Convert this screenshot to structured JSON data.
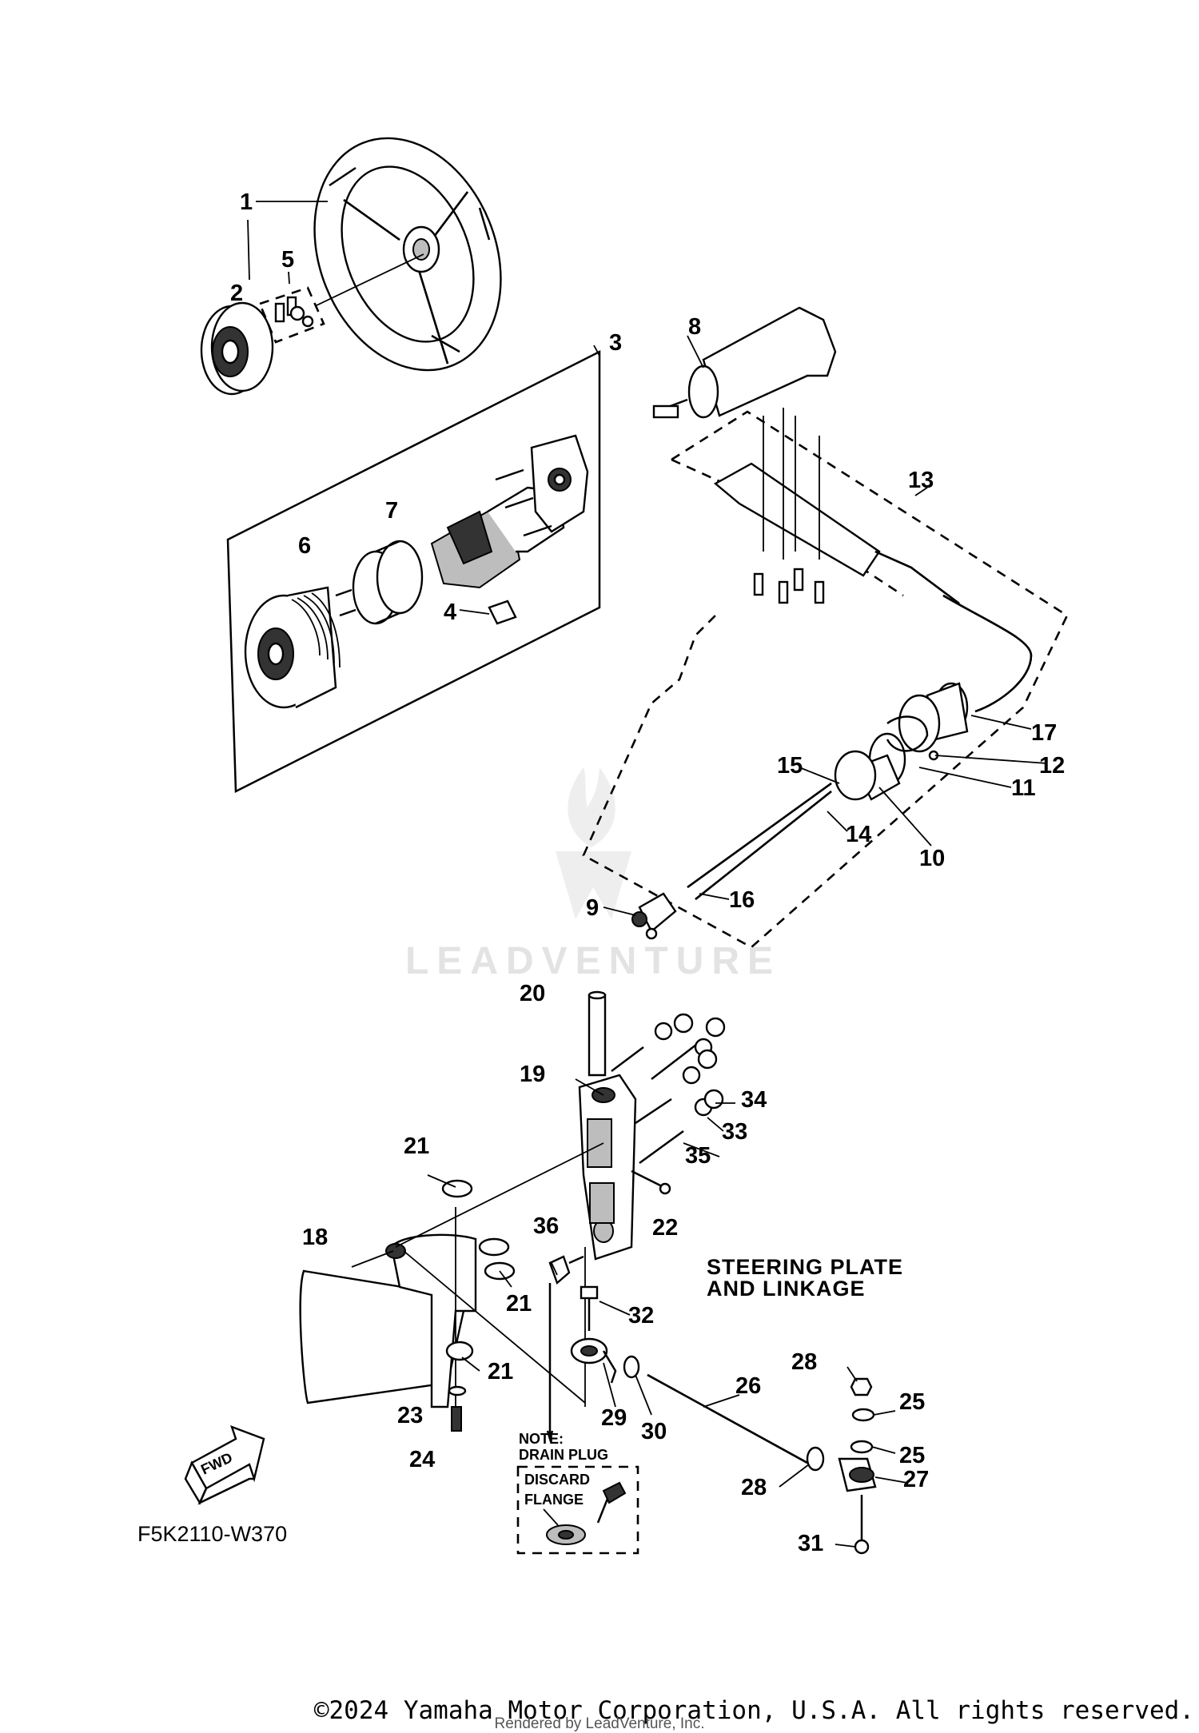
{
  "diagram": {
    "caption_line1": "STEERING PLATE",
    "caption_line2": "AND LINKAGE",
    "figure_code": "F5K2110-W370",
    "watermark": "LEADVENTURE",
    "fwd_label": "FWD",
    "note_line1": "NOTE:",
    "note_line2": "DRAIN PLUG",
    "note_discard": "DISCARD",
    "note_flange": "FLANGE",
    "callouts": [
      "1",
      "2",
      "3",
      "4",
      "5",
      "6",
      "7",
      "8",
      "9",
      "10",
      "11",
      "12",
      "13",
      "14",
      "15",
      "16",
      "17",
      "18",
      "19",
      "20",
      "21",
      "22",
      "23",
      "24",
      "25",
      "26",
      "27",
      "28",
      "29",
      "30",
      "31",
      "32",
      "33",
      "34",
      "35",
      "36"
    ]
  },
  "footer": {
    "copyright": "©2024 Yamaha Motor Corporation, U.S.A. All rights reserved.",
    "rendered_by": "Rendered by LeadVenture, Inc."
  }
}
